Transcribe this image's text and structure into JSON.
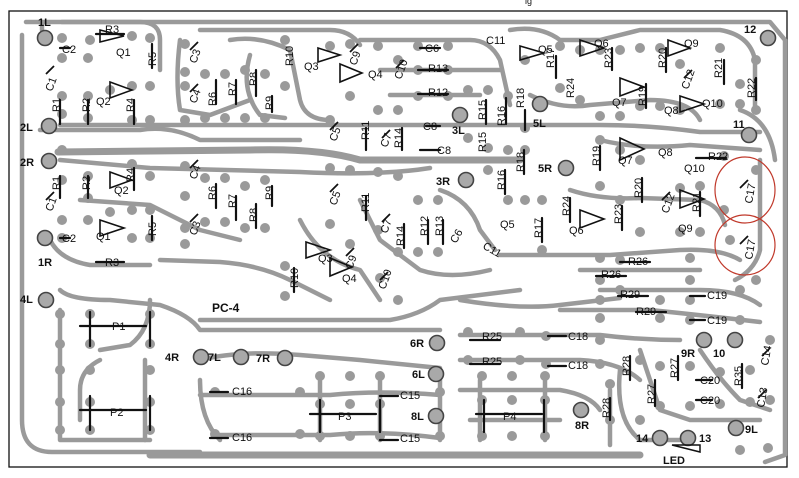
{
  "board": {
    "caption": "ig",
    "board_label": "PC-4",
    "led_label": "LED"
  },
  "pads": [
    "1L",
    "1R",
    "2L",
    "2R",
    "3L",
    "3R",
    "4L",
    "4R",
    "5L",
    "5R",
    "6L",
    "6R",
    "7L",
    "7R",
    "8L",
    "8R",
    "9L",
    "9R",
    "10",
    "11",
    "12",
    "13",
    "14"
  ],
  "parts": {
    "R": [
      "R1",
      "R1",
      "R2",
      "R2",
      "R3",
      "R3",
      "R4",
      "R4",
      "R5",
      "R5",
      "R6",
      "R6",
      "R7",
      "R7",
      "R8",
      "R8",
      "R9",
      "R9",
      "R10",
      "R10",
      "R11",
      "R11",
      "R12",
      "R12",
      "R13",
      "R13",
      "R14",
      "R14",
      "R15",
      "R15",
      "R16",
      "R16",
      "R17",
      "R17",
      "R18",
      "R18",
      "R19",
      "R19",
      "R20",
      "R20",
      "R21",
      "R21",
      "R22",
      "R22",
      "R23",
      "R23",
      "R24",
      "R24",
      "R25",
      "R25",
      "R26",
      "R26",
      "R27",
      "R27",
      "R28",
      "R28",
      "R29",
      "R29",
      "R35"
    ],
    "C": [
      "C1",
      "C1",
      "C2",
      "C2",
      "C3",
      "C3",
      "C4",
      "C4",
      "C5",
      "C5",
      "C6",
      "C6",
      "C7",
      "C7",
      "C8",
      "C8",
      "C9",
      "C9",
      "C10",
      "C10",
      "C11",
      "C11",
      "C12",
      "C12",
      "C13",
      "C14",
      "C15",
      "C15",
      "C16",
      "C16",
      "C17",
      "C17",
      "C18",
      "C18",
      "C19",
      "C19",
      "C20",
      "C20"
    ],
    "Q": [
      "Q1",
      "Q1",
      "Q2",
      "Q2",
      "Q3",
      "Q3",
      "Q4",
      "Q4",
      "Q5",
      "Q5",
      "Q6",
      "Q6",
      "Q7",
      "Q7",
      "Q8",
      "Q8",
      "Q9",
      "Q9",
      "Q10",
      "Q10"
    ],
    "P": [
      "P1",
      "P2",
      "P3",
      "P4"
    ]
  },
  "highlight": {
    "color": "#c0392b",
    "marked_parts": [
      "C17",
      "C17"
    ]
  }
}
